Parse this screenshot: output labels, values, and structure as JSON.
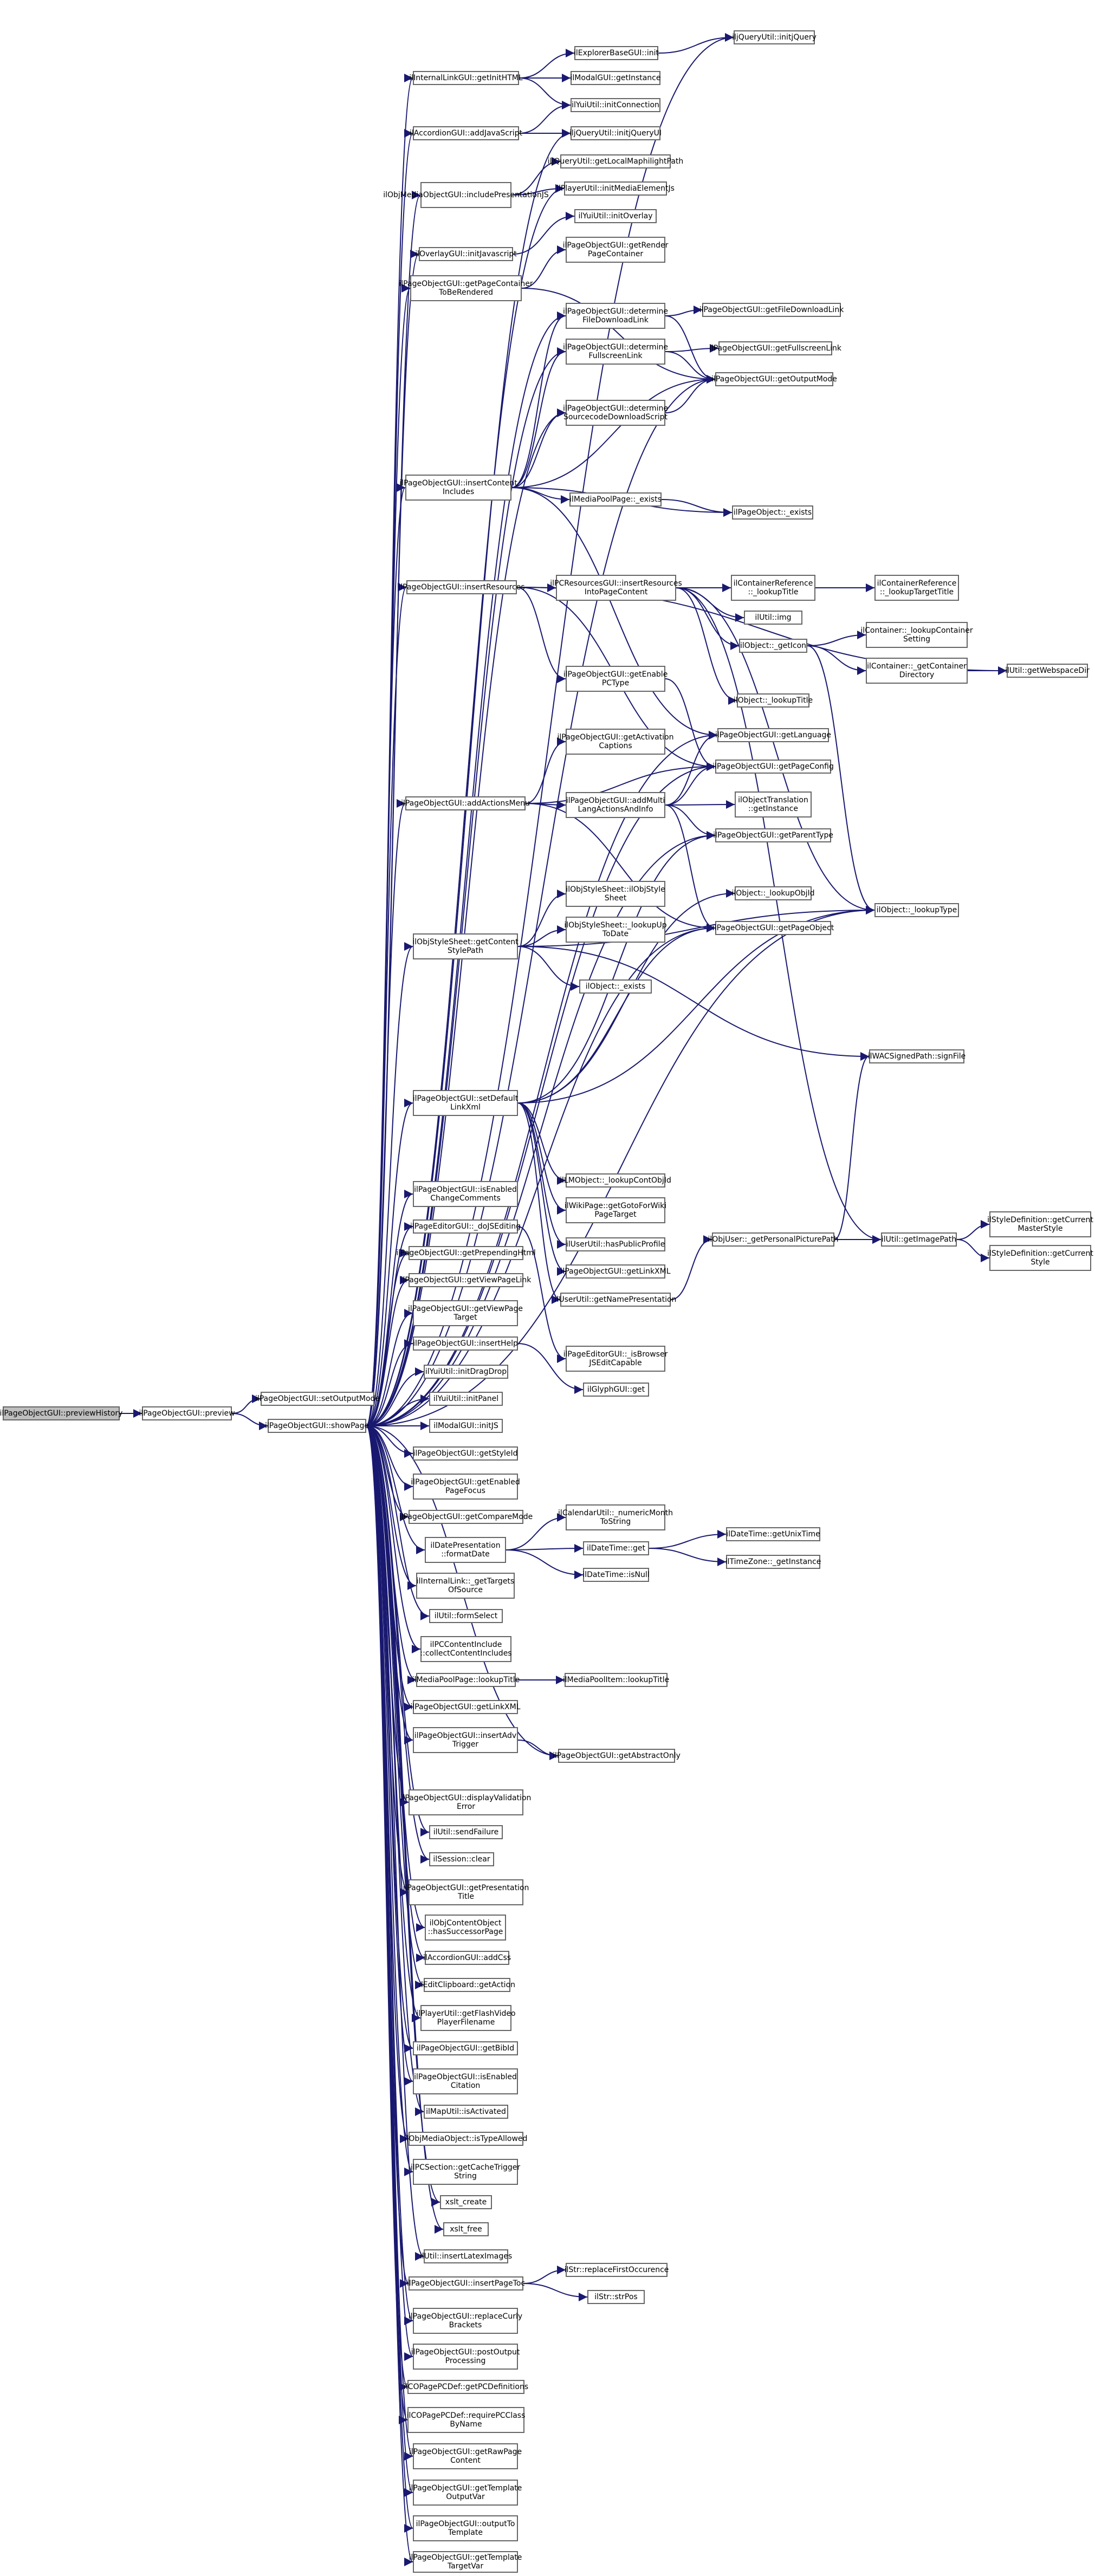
{
  "edge_color": "#191970",
  "root_fill": "#bfbfbf",
  "nodes": {
    "root": "ilPageObjectGUI::previewHistory",
    "preview": "ilPageObjectGUI::preview",
    "setOutputMode": "ilPageObjectGUI::setOutputMode",
    "showPage": "ilPageObjectGUI::showPage",
    "internalLinkInit": "ilInternalLinkGUI::getInitHTML",
    "explorerInit": "ilExplorerBaseGUI::init",
    "iljQuery": "iljQueryUtil::initjQuery",
    "modalInstance": "ilModalGUI::getInstance",
    "yuiConnection": "ilYuiUtil::initConnection",
    "accordionJs": "ilAccordionGUI::addJavaScript",
    "jqueryUI": "iljQueryUtil::initjQueryUI",
    "mobIncludePres": "ilObjMediaObjectGUI::includePresentationJS",
    "maphilight": "iljQueryUtil::getLocalMaphilightPath",
    "mediaElement": "ilPlayerUtil::initMediaElementJs",
    "yuiOverlay": "ilYuiUtil::initOverlay",
    "overlayInitJs": "ilOverlayGUI::initJavascript",
    "getRenderPageContainer": "ilPageObjectGUI::getRender\nPageContainer",
    "getPageContainerToBeRendered": "ilPageObjectGUI::getPageContainer\nToBeRendered",
    "determineFileDownloadLink": "ilPageObjectGUI::determine\nFileDownloadLink",
    "getFileDownloadLink": "ilPageObjectGUI::getFileDownloadLink",
    "determineFullscreenLink": "ilPageObjectGUI::determine\nFullscreenLink",
    "getFullscreenLink": "ilPageObjectGUI::getFullscreenLink",
    "getOutputMode": "ilPageObjectGUI::getOutputMode",
    "determineSourcecodeDownloadScript": "ilPageObjectGUI::determine\nSourcecodeDownloadScript",
    "insertContentIncludes": "ilPageObjectGUI::insertContent\nIncludes",
    "mediaPoolExists": "ilMediaPoolPage::_exists",
    "pageObjectExists": "ilPageObject::_exists",
    "insertResources": "ilPageObjectGUI::insertResources",
    "pcResourcesInsert": "ilPCResourcesGUI::insertResources\nIntoPageContent",
    "containerRefLookupTitle": "ilContainerReference\n::_lookupTitle",
    "containerRefLookupTargetTitle": "ilContainerReference\n::_lookupTargetTitle",
    "utilImg": "ilUtil::img",
    "objectGetIcon": "ilObject::_getIcon",
    "containerLookupSetting": "ilContainer::_lookupContainer\nSetting",
    "containerGetDirectory": "ilContainer::_getContainer\nDirectory",
    "getWebspaceDir": "ilUtil::getWebspaceDir",
    "objectLookupTitle": "ilObject::_lookupTitle",
    "getEnablePCType": "ilPageObjectGUI::getEnable\nPCType",
    "getLanguage": "ilPageObjectGUI::getLanguage",
    "getPageConfig": "ilPageObjectGUI::getPageConfig",
    "addActionsMenu": "ilPageObjectGUI::addActionsMenu",
    "getActivationCaptions": "ilPageObjectGUI::getActivation\nCaptions",
    "addMultiLang": "ilPageObjectGUI::addMulti\nLangActionsAndInfo",
    "objTranslation": "ilObjectTranslation\n::getInstance",
    "getParentType": "ilPageObjectGUI::getParentType",
    "objectLookupObjId": "ilObject::_lookupObjId",
    "getPageObject": "ilPageObjectGUI::getPageObject",
    "objectLookupType": "ilObject::_lookupType",
    "styleSheetGetContentStylePath": "ilObjStyleSheet::getContent\nStylePath",
    "objStyleSheet": "ilObjStyleSheet::ilObjStyle\nSheet",
    "styleLookupUpToDate": "ilObjStyleSheet::_lookupUp\nToDate",
    "objectExists": "ilObject::_exists",
    "wacSigned": "ilWACSignedPath::signFile",
    "setDefaultLinkXml": "ilPageObjectGUI::setDefault\nLinkXml",
    "lmObjLookupContObjId": "ilLMObject::_lookupContObjId",
    "wikiGotoPageTarget": "ilWikiPage::getGotoForWiki\nPageTarget",
    "userHasPublicProfile": "ilUserUtil::hasPublicProfile",
    "getLinkXML": "ilPageObjectGUI::getLinkXML",
    "userGetNamePresentation": "ilUserUtil::getNamePresentation",
    "objUserPersonalPicture": "ilObjUser::_getPersonalPicturePath",
    "utilGetImagePath": "ilUtil::getImagePath",
    "styleDefMasterStyle": "ilStyleDefinition::getCurrent\nMasterStyle",
    "styleDefStyle": "ilStyleDefinition::getCurrent\nStyle",
    "isEnabledChangeComments": "ilPageObjectGUI::isEnabled\nChangeComments",
    "doJSEditing": "ilPageEditorGUI::_doJSEditing",
    "isBrowserJSEditCapable": "ilPageEditorGUI::_isBrowser\nJSEditCapable",
    "getPrependingHtml": "ilPageObjectGUI::getPrependingHtml",
    "getViewPageLink": "ilPageObjectGUI::getViewPageLink",
    "getViewPageTarget": "ilPageObjectGUI::getViewPage\nTarget",
    "insertHelp": "ilPageObjectGUI::insertHelp",
    "glyphGet": "ilGlyphGUI::get",
    "yuiDragDrop": "ilYuiUtil::initDragDrop",
    "yuiPanel": "ilYuiUtil::initPanel",
    "modalInitJS": "ilModalGUI::initJS",
    "getStyleId": "ilPageObjectGUI::getStyleId",
    "getEnabledPageFocus": "ilPageObjectGUI::getEnabled\nPageFocus",
    "getCompareMode": "ilPageObjectGUI::getCompareMode",
    "datePresFormatDate": "ilDatePresentation\n::formatDate",
    "calendarMonthToString": "ilCalendarUtil::_numericMonth\nToString",
    "dateTimeGet": "ilDateTime::get",
    "dateTimeGetUnixTime": "ilDateTime::getUnixTime",
    "timeZoneGetInstance": "ilTimeZone::_getInstance",
    "dateTimeIsNull": "ilDateTime::isNull",
    "internalLinkGetTargetsOfSource": "ilInternalLink::_getTargets\nOfSource",
    "utilFormSelect": "ilUtil::formSelect",
    "pcContentIncludeCollect": "ilPCContentInclude\n::collectContentIncludes",
    "mediaPoolPageLookupTitle": "ilMediaPoolPage::lookupTitle",
    "mediaPoolItemLookupTitle": "ilMediaPoolItem::lookupTitle",
    "getLinkXMLShow": "ilPageObjectGUI::getLinkXML",
    "insertAdvTrigger": "ilPageObjectGUI::insertAdv\nTrigger",
    "getAbstractOnly": "ilPageObjectGUI::getAbstractOnly",
    "displayValidationError": "ilPageObjectGUI::displayValidation\nError",
    "wiznardFailure": "ilUtil::sendFailure",
    "sessionClear": "ilSession::clear",
    "getPresentationTitle": "ilPageObjectGUI::getPresentation\nTitle",
    "contentObjectSuccessor": "ilObjContentObject\n::hasSuccessorPage",
    "accordionAddCss": "ilAccordionGUI::addCss",
    "editClipboardGetAction": "ilEditClipboard::getAction",
    "playerFlashVideo": "ilPlayerUtil::getFlashVideo\nPlayerFilename",
    "getBibId": "ilPageObjectGUI::getBibId",
    "isEnabledCitation": "ilPageObjectGUI::isEnabled\nCitation",
    "mapUtilIsActivated": "ilMapUtil::isActivated",
    "mobIsTypeAllowed": "ilObjMediaObject::isTypeAllowed",
    "pcSectionCacheTrigger": "ilPCSection::getCacheTrigger\nString",
    "xsltCreate": "xslt_create",
    "xsltFree": "xslt_free",
    "utilInsertLatexImages": "ilUtil::insertLatexImages",
    "insertPageToc": "ilPageObjectGUI::insertPageToc",
    "strReplaceFirst": "ilStr::replaceFirstOccurence",
    "strPos": "ilStr::strPos",
    "replaceCurlyBrackets": "ilPageObjectGUI::replaceCurly\nBrackets",
    "postOutputProcessing": "ilPageObjectGUI::postOutput\nProcessing",
    "copagePCDefinitions": "ilCOPagePCDef::getPCDefinitions",
    "copagePCClassByName": "ilCOPagePCDef::requirePCClass\nByName",
    "getRawPageContent": "ilPageObjectGUI::getRawPage\nContent",
    "getTemplateOutputVar": "ilPageObjectGUI::getTemplate\nOutputVar",
    "outputToTemplate": "ilPageObjectGUI::outputTo\nTemplate",
    "getTemplateTargetVar": "ilPageObjectGUI::getTemplate\nTargetVar"
  }
}
